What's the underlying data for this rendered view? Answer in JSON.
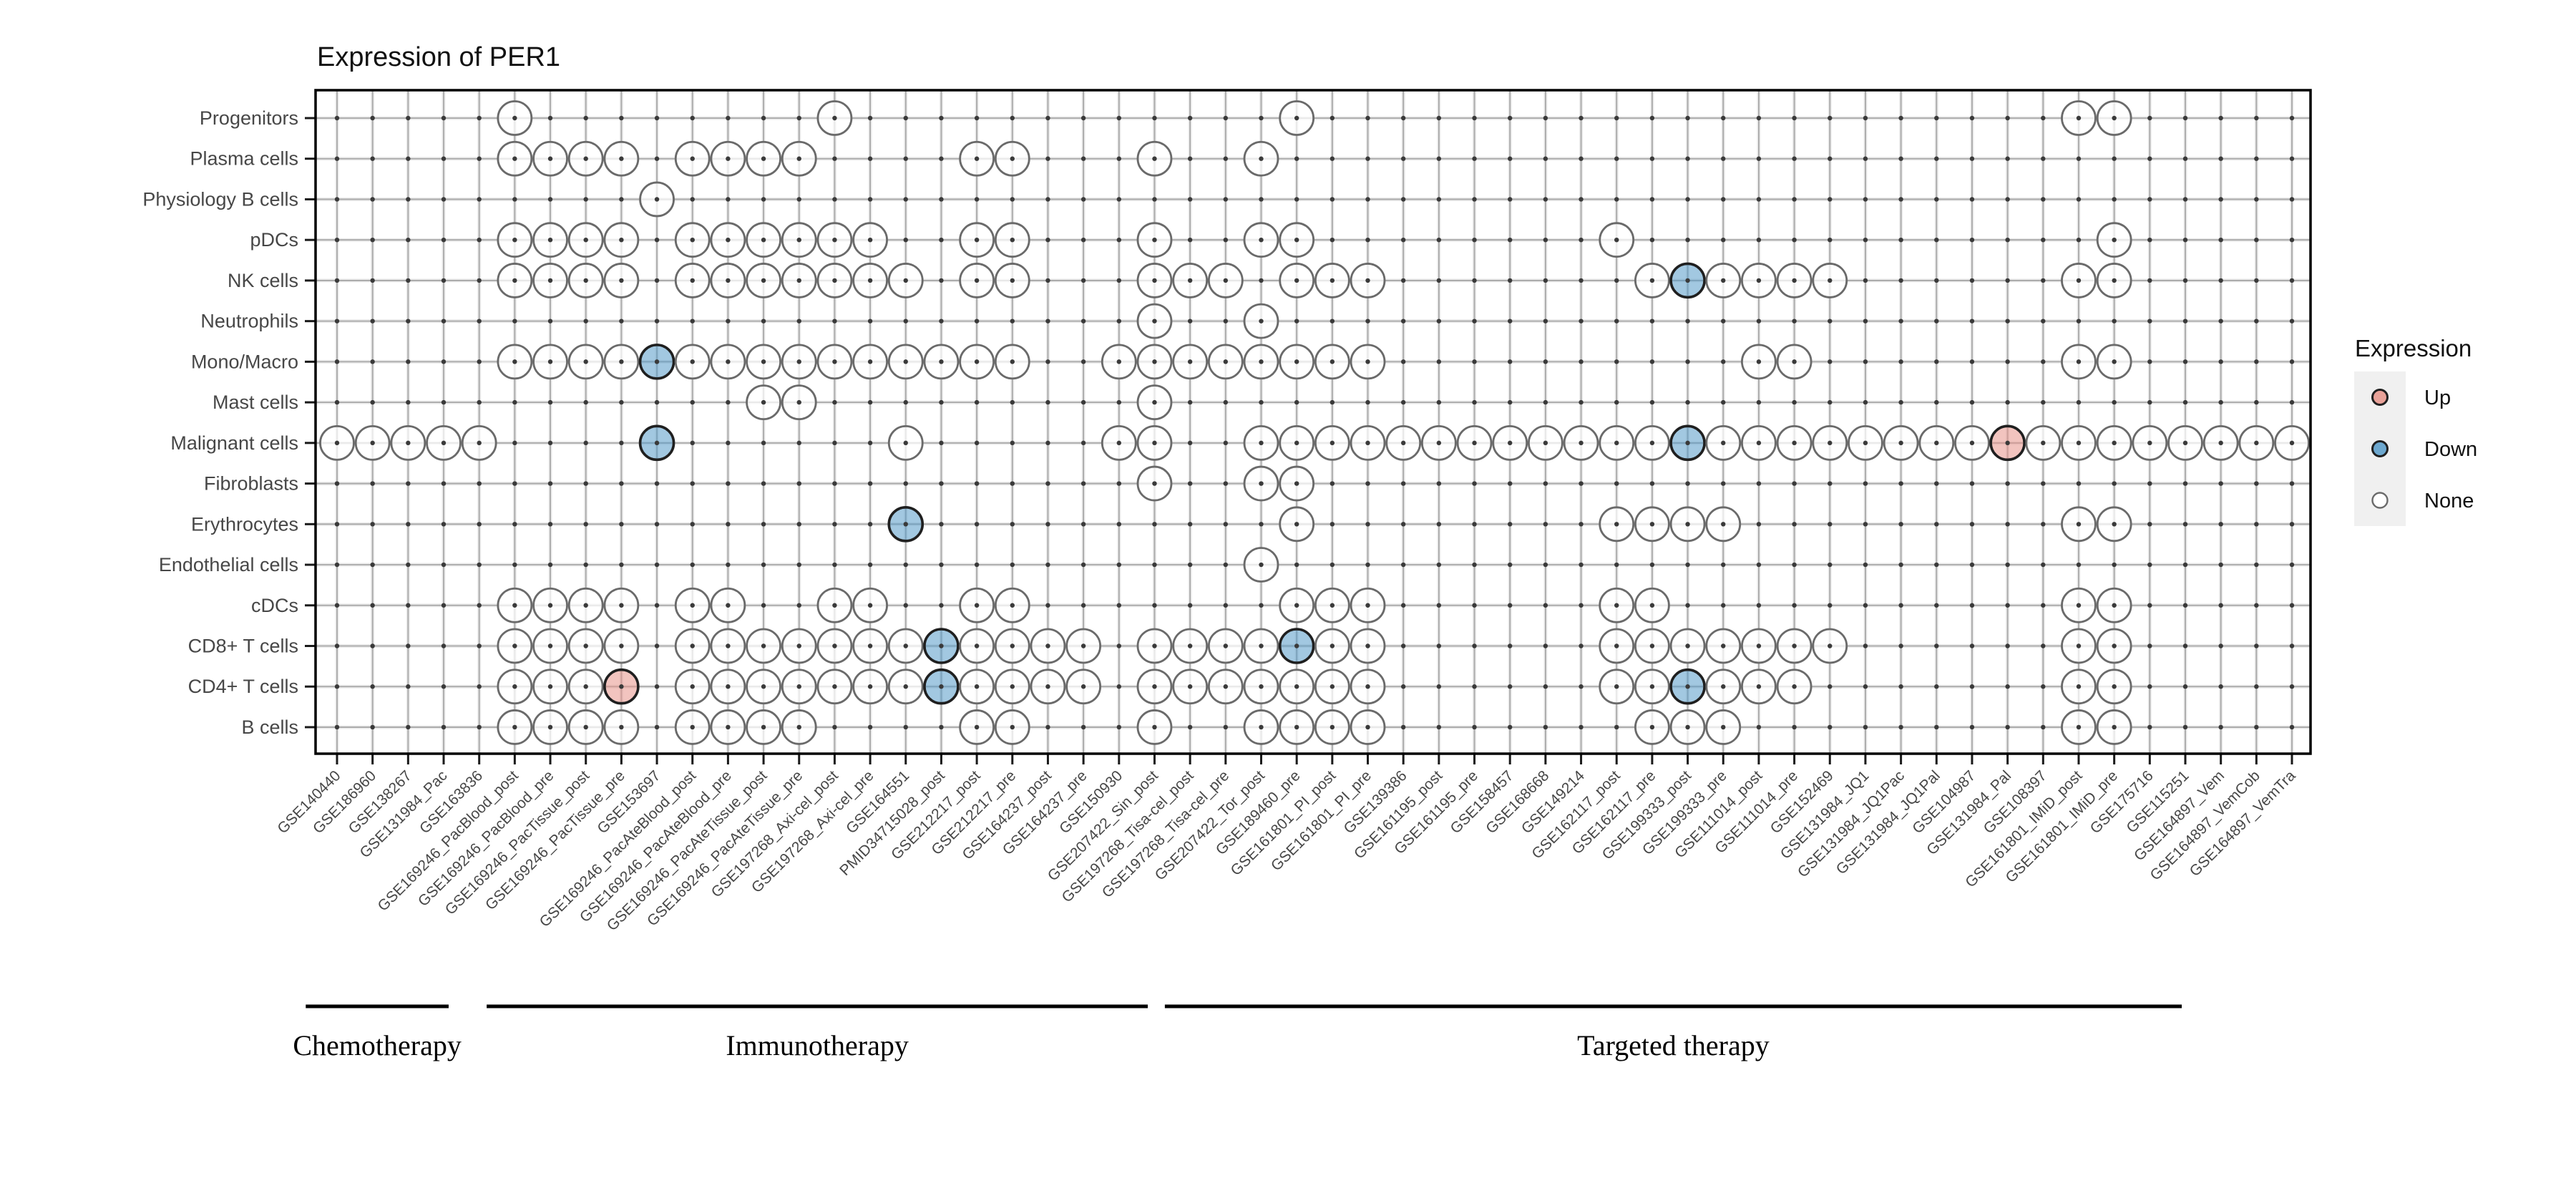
{
  "title": "Expression of PER1",
  "chart_data": {
    "type": "heatmap",
    "subtype": "categorical-dot-matrix",
    "title": "Expression of PER1",
    "rows": [
      "Progenitors",
      "Plasma cells",
      "Physiology B cells",
      "pDCs",
      "NK cells",
      "Neutrophils",
      "Mono/Macro",
      "Mast cells",
      "Malignant cells",
      "Fibroblasts",
      "Erythrocytes",
      "Endothelial cells",
      "cDCs",
      "CD8+ T cells",
      "CD4+ T cells",
      "B cells"
    ],
    "columns": [
      "GSE140440",
      "GSE186960",
      "GSE138267",
      "GSE131984_Pac",
      "GSE163836",
      "GSE169246_PacBlood_post",
      "GSE169246_PacBlood_pre",
      "GSE169246_PacTissue_post",
      "GSE169246_PacTissue_pre",
      "GSE153697",
      "GSE169246_PacAteBlood_post",
      "GSE169246_PacAteBlood_pre",
      "GSE169246_PacAteTissue_post",
      "GSE169246_PacAteTissue_pre",
      "GSE197268_Axi-cel_post",
      "GSE197268_Axi-cel_pre",
      "GSE164551",
      "PMID34715028_post",
      "GSE212217_post",
      "GSE212217_pre",
      "GSE164237_post",
      "GSE164237_pre",
      "GSE150930",
      "GSE207422_Sin_post",
      "GSE197268_Tisa-cel_post",
      "GSE197268_Tisa-cel_pre",
      "GSE207422_Tor_post",
      "GSE189460_pre",
      "GSE161801_PI_post",
      "GSE161801_PI_pre",
      "GSE139386",
      "GSE161195_post",
      "GSE161195_pre",
      "GSE158457",
      "GSE168668",
      "GSE149214",
      "GSE162117_post",
      "GSE162117_pre",
      "GSE199333_post",
      "GSE199333_pre",
      "GSE111014_post",
      "GSE111014_pre",
      "GSE152469",
      "GSE131984_JQ1",
      "GSE131984_JQ1Pac",
      "GSE131984_JQ1Pal",
      "GSE104987",
      "GSE131984_Pal",
      "GSE108397",
      "GSE161801_IMiD_post",
      "GSE161801_IMiD_pre",
      "GSE175716",
      "GSE115251",
      "GSE164897_Vem",
      "GSE164897_VemCob",
      "GSE164897_VemTra"
    ],
    "cell_codes": {
      ".": "no data",
      "o": "None",
      "D": "Down",
      "U": "Up"
    },
    "matrix": [
      ".....o........o............o.....................oo.....",
      ".....oooo.oooo....oo...o..o.............................",
      ".........o..............................................",
      ".....oooo.oooooo..oo...o..oo........o.............o.....",
      ".....oooo.ooooooo.oo...ooo.ooo.......oDoooo......oo.....",
      ".......................o..o.............................",
      ".....ooooDoooooooooo..oooooooo..........oo.......oo.....",
      "............oo.........o................................",
      "ooooo....D......o.....oo..ooooooooooooDooooooooUoooooooo",
      ".......................o..oo............................",
      "................D..........o........oooo.........oo.....",
      "..........................o.............................",
      ".....oooo.oo..oo..oo.......ooo......oo...........oo.....",
      ".....oooo.oooooooDoooo.ooooDoo......ooooooo......oo.....",
      ".....oooU.oooooooDoooo.ooooooo......ooDooo.......oo.....",
      ".....oooo.oooo....oo...o..oooo.......ooo.........oo....."
    ],
    "groups": [
      {
        "label": "Chemotherapy",
        "from_col": 0.12,
        "to_col": 4.14
      },
      {
        "label": "Immunotherapy",
        "from_col": 5.21,
        "to_col": 23.81
      },
      {
        "label": "Targeted therapy",
        "from_col": 24.29,
        "to_col": 52.9
      }
    ],
    "legend": {
      "title": "Expression",
      "items": [
        {
          "label": "Up",
          "code": "U"
        },
        {
          "label": "Down",
          "code": "D"
        },
        {
          "label": "None",
          "code": "o"
        }
      ]
    },
    "colors": {
      "up_fill": "#E8948A",
      "down_fill": "#569BC9",
      "none_fill": "#FFFFFF",
      "none_stroke": "#6A6A6A",
      "colored_stroke": "#1F1F1F",
      "grid_thin": "#A8A8A8",
      "grid_light": "#EAEAEA",
      "point_dot": "#3A3A3A",
      "panel_border": "#000000",
      "axis_text": "#474747",
      "legend_key_bg": "#F0F0F0"
    }
  }
}
